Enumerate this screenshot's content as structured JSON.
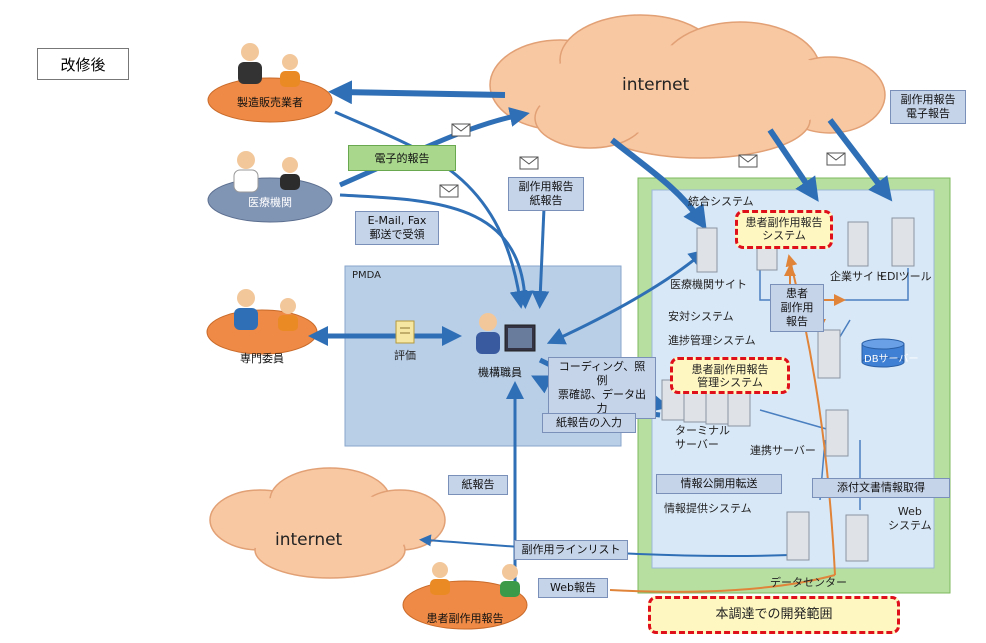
{
  "title_box": "改修後",
  "internet_top": "internet",
  "internet_bottom": "internet",
  "actors": {
    "manufacturer": "製造販売業者",
    "medical": "医療機関",
    "expert": "専門委員",
    "staff": "機構職員",
    "patient": "患者副作用報告"
  },
  "boxes": {
    "electronic_report": "電子的報告",
    "email_fax": [
      "E-Mail, Fax",
      "郵送で受領"
    ],
    "side_paper": [
      "副作用報告",
      "紙報告"
    ],
    "side_electronic": [
      "副作用報告",
      "電子報告"
    ],
    "coding": [
      "コーディング、照例",
      "票確認、データ出力"
    ],
    "paper_input": "紙報告の入力",
    "paper_report": "紙報告",
    "line_list": "副作用ラインリスト",
    "web_report": "Web報告",
    "patient_report": [
      "患者",
      "副作用",
      "報告"
    ],
    "info_public": "情報公開用転送",
    "attached_doc": "添付文書情報取得"
  },
  "labels": {
    "pmda": "PMDA",
    "evaluation": "評価",
    "integrated_system": "統合システム",
    "medical_site": "医療機関サイト",
    "company_site": "企業サイト",
    "edi_tool": "EDIツール",
    "safety_system": "安対システム",
    "progress_system": "進捗管理システム",
    "db_server": "DBサーバー",
    "terminal_server": [
      "ターミナル",
      "サーバー"
    ],
    "link_server": "連携サーバー",
    "info_system": "情報提供システム",
    "web_system": [
      "Web",
      "システム"
    ],
    "data_center": "データセンター"
  },
  "red_boxes": {
    "patient_system": [
      "患者副作用報告",
      "システム"
    ],
    "patient_mgmt": [
      "患者副作用報告",
      "管理システム"
    ],
    "dev_scope": "本調達での開発範囲"
  }
}
